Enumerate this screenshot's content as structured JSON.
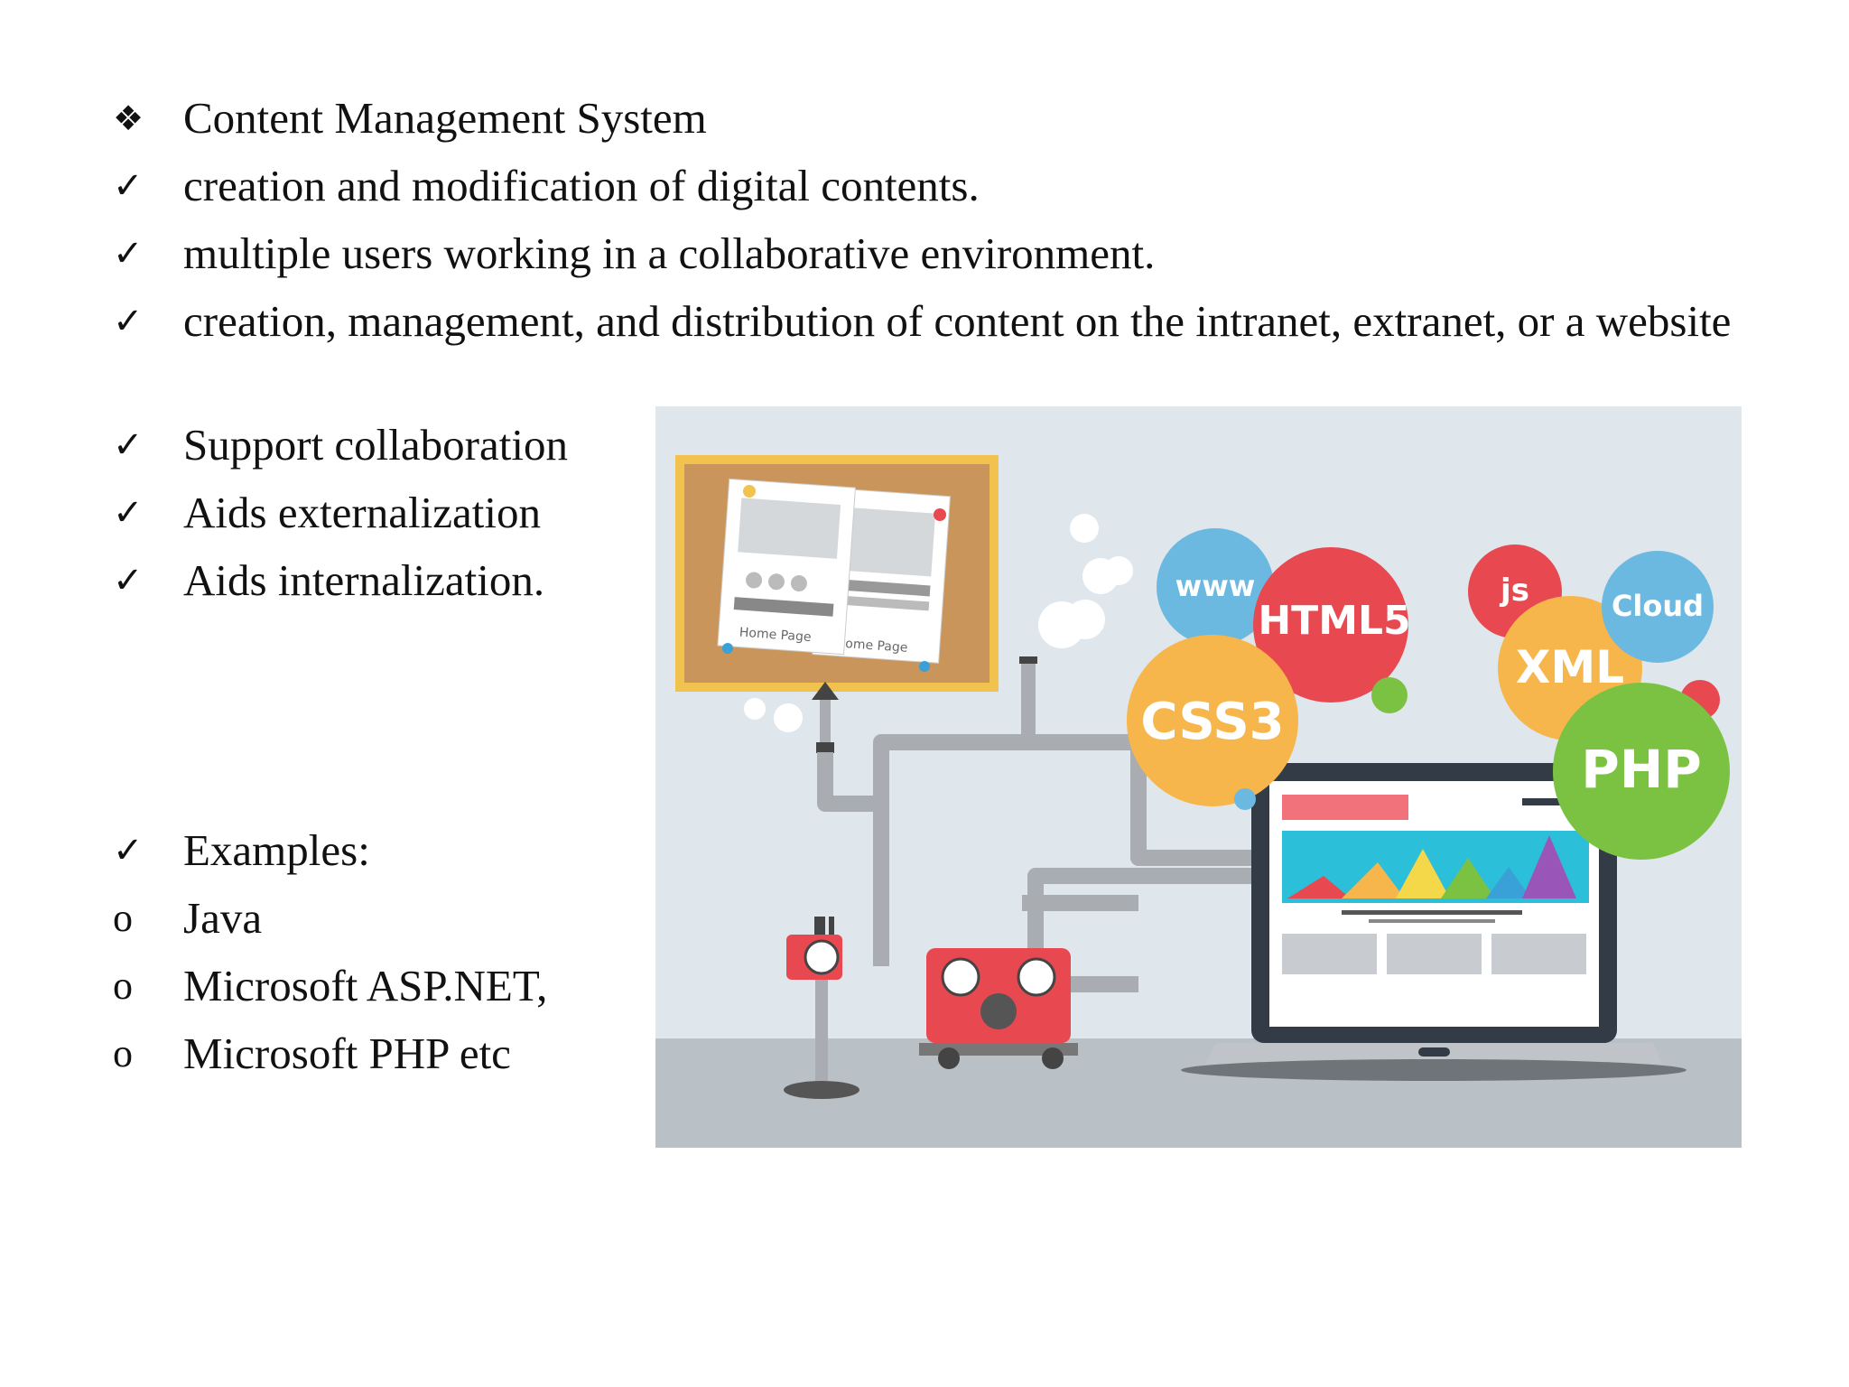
{
  "heading": {
    "marker": "❖",
    "text": "Content Management System"
  },
  "bullets": [
    {
      "marker": "✓",
      "text": "creation and modification of digital contents."
    },
    {
      "marker": "✓",
      "text": "multiple users working in a collaborative environment."
    },
    {
      "marker": "✓",
      "text": "creation, management, and distribution of content on the intranet, extranet, or a website"
    },
    {
      "marker": "✓",
      "text": "Support collaboration"
    },
    {
      "marker": "✓",
      "text": "Aids externalization"
    },
    {
      "marker": "✓",
      "text": "Aids internalization."
    },
    {
      "marker": "✓",
      "text": "Examples:"
    }
  ],
  "examples": [
    {
      "marker": "o",
      "text": "Java"
    },
    {
      "marker": "o",
      "text": "Microsoft ASP.NET,"
    },
    {
      "marker": "o",
      "text": "Microsoft PHP etc"
    }
  ],
  "illustration": {
    "bubbles": [
      "www",
      "HTML5",
      "CSS3",
      "js",
      "XML",
      "Cloud",
      "PHP"
    ],
    "pinned_pages": [
      "Home Page",
      "Home Page"
    ],
    "colors": {
      "bg": "#dfe6ec",
      "cork": "#c9955a",
      "frame": "#f2c24f",
      "red": "#e8484f",
      "green": "#7cc242",
      "orange": "#f7b64b",
      "blue": "#6bb9e0",
      "pipe": "#a9adb2"
    }
  }
}
